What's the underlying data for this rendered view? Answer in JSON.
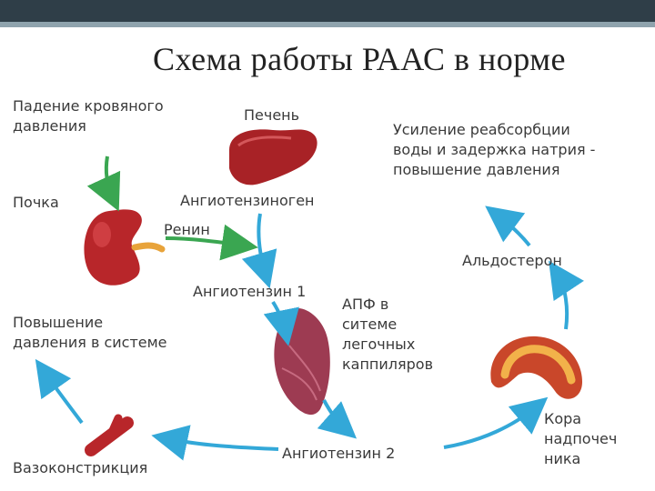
{
  "title": "Схема работы РААС в норме",
  "labels": {
    "pressure_drop": [
      "Падение кровяного",
      "давления"
    ],
    "liver": "Печень",
    "reabsorption": [
      "Усиление реабсорбции",
      "воды и задержка натрия -",
      "повышение давления"
    ],
    "kidney": "Почка",
    "angiotensinogen": "Ангиотензиноген",
    "renin": "Ренин",
    "aldosterone": "Альдостерон",
    "angiotensin1": "Ангиотензин 1",
    "ace": [
      "АПФ в",
      "ситеме",
      "легочных",
      "каппиляров"
    ],
    "pressure_rise": [
      "Повышение",
      "давления в системе"
    ],
    "vasoconstriction": "Вазоконстрикция",
    "angiotensin2": "Ангиотензин 2",
    "adrenal_cortex": [
      "Кора",
      "надпочеч",
      "ника"
    ]
  },
  "colors": {
    "arrow_blue": "#33a8d8",
    "arrow_green": "#3aa651",
    "organ_red": "#b8262a",
    "adrenal_orange": "#e8a33a"
  }
}
